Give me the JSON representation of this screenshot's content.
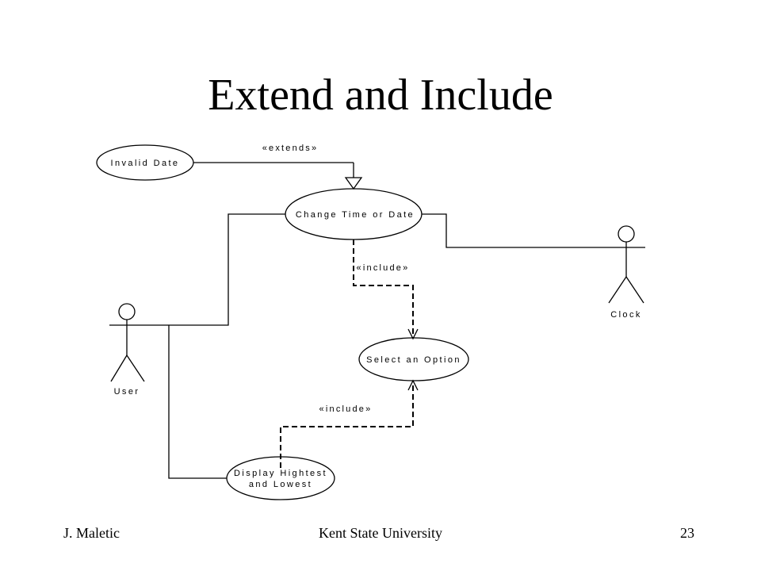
{
  "slide": {
    "title": "Extend and Include",
    "footer_left": "J. Maletic",
    "footer_center": "Kent State University",
    "footer_right": "23"
  },
  "diagram": {
    "actors": {
      "user": "User",
      "clock": "Clock"
    },
    "use_cases": {
      "invalid_date": "Invalid Date",
      "change_time": "Change Time or Date",
      "select_option": "Select an Option",
      "display_line1": "Display Hightest",
      "display_line2": "and Lowest"
    },
    "relations": {
      "extends": "«extends»",
      "include_1": "«include»",
      "include_2": "«include»"
    }
  }
}
